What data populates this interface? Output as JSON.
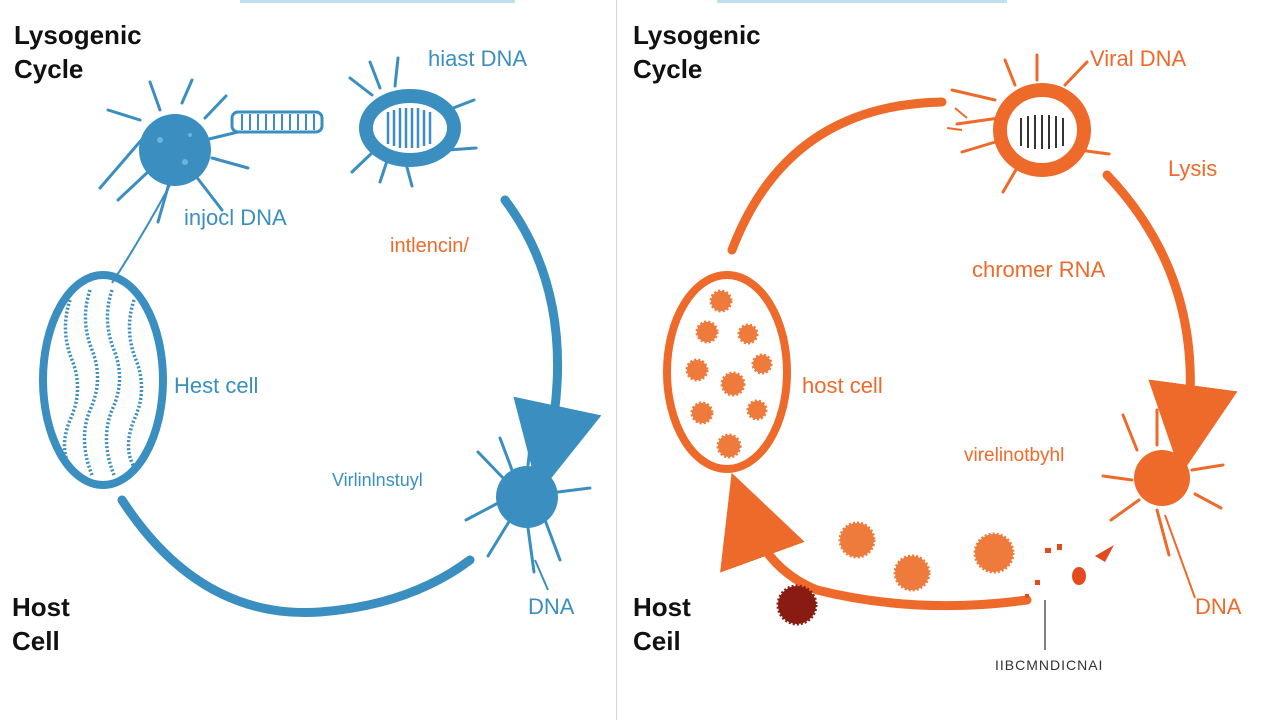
{
  "colors": {
    "blue": "#3a8fc0",
    "orange": "#ee6a2b",
    "dark_red": "#8a1b12",
    "accent_red": "#e34a1e"
  },
  "left": {
    "title": "Lysogenic\nCycle",
    "footer": "Host\nCell",
    "labels": {
      "top_right": "hiast DNA",
      "inject": "injocl DNA",
      "arrow": "intlencin/",
      "cell": "Hest cell",
      "virus": "Virlinlnstuyl",
      "bottom": "DNA"
    }
  },
  "right": {
    "title": "Lysogenic\nCycle",
    "footer": "Host\nCeil",
    "labels": {
      "top_right": "Viral DNA",
      "lysis": "Lysis",
      "middle": "chromer RNA",
      "cell": "host cell",
      "virus": "virelinotbyhl",
      "bottom": "DNA",
      "footnote": "IIBCMNDICNAI"
    }
  }
}
